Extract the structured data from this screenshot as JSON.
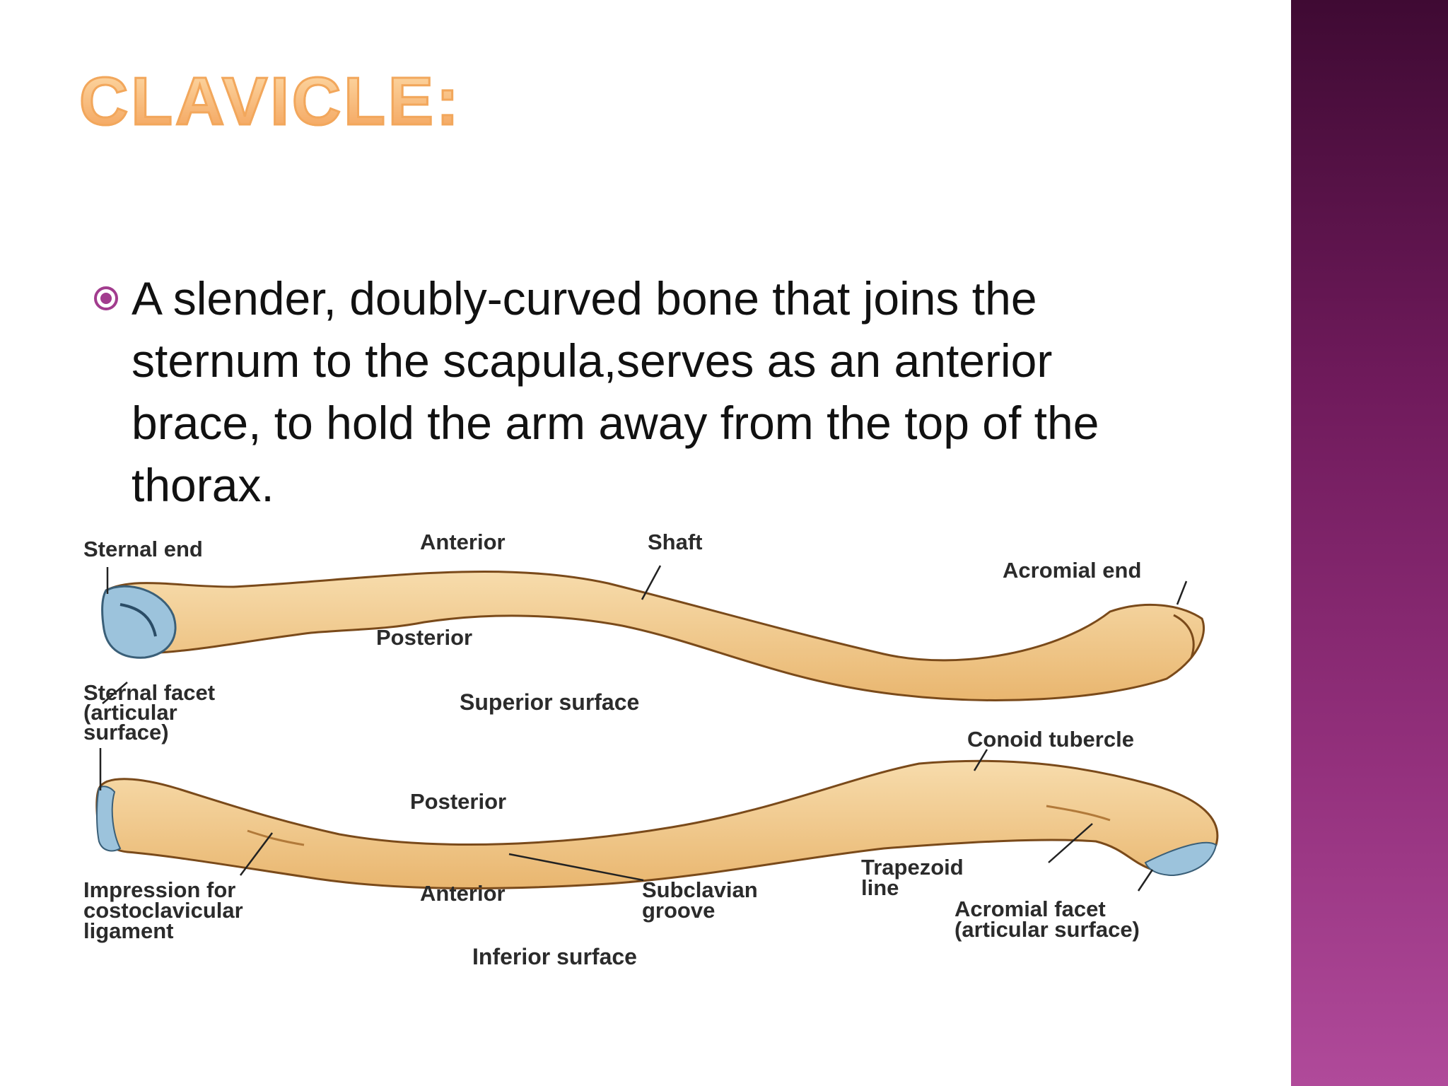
{
  "slide": {
    "title": "CLAVICLE:",
    "bullet": {
      "icon": "circle-bullet-icon",
      "text": "A slender, doubly-curved bone that joins the sternum to the scapula,serves as an anterior brace, to hold the arm away from the top of the thorax."
    },
    "colors": {
      "title_fill": "#f5b06a",
      "bullet_icon": "#a23c8e",
      "side_band_top": "#3f0a33",
      "side_band_bottom": "#b04a9a",
      "bone": "#f2c88e",
      "articular_surface": "#9cc3dc"
    }
  },
  "diagram": {
    "superior": {
      "sternal_end": "Sternal end",
      "anterior": "Anterior",
      "shaft": "Shaft",
      "acromial_end": "Acromial end",
      "posterior": "Posterior",
      "sternal_facet_1": "Sternal facet",
      "sternal_facet_2": "(articular",
      "sternal_facet_3": "surface)",
      "surface": "Superior surface"
    },
    "inferior": {
      "conoid_tubercle": "Conoid tubercle",
      "posterior": "Posterior",
      "trapezoid_1": "Trapezoid",
      "trapezoid_2": "line",
      "impression_1": "Impression for",
      "impression_2": "costoclavicular",
      "impression_3": "ligament",
      "anterior": "Anterior",
      "subclavian_1": "Subclavian",
      "subclavian_2": "groove",
      "acromial_facet_1": "Acromial facet",
      "acromial_facet_2": "(articular surface)",
      "surface": "Inferior surface"
    }
  }
}
